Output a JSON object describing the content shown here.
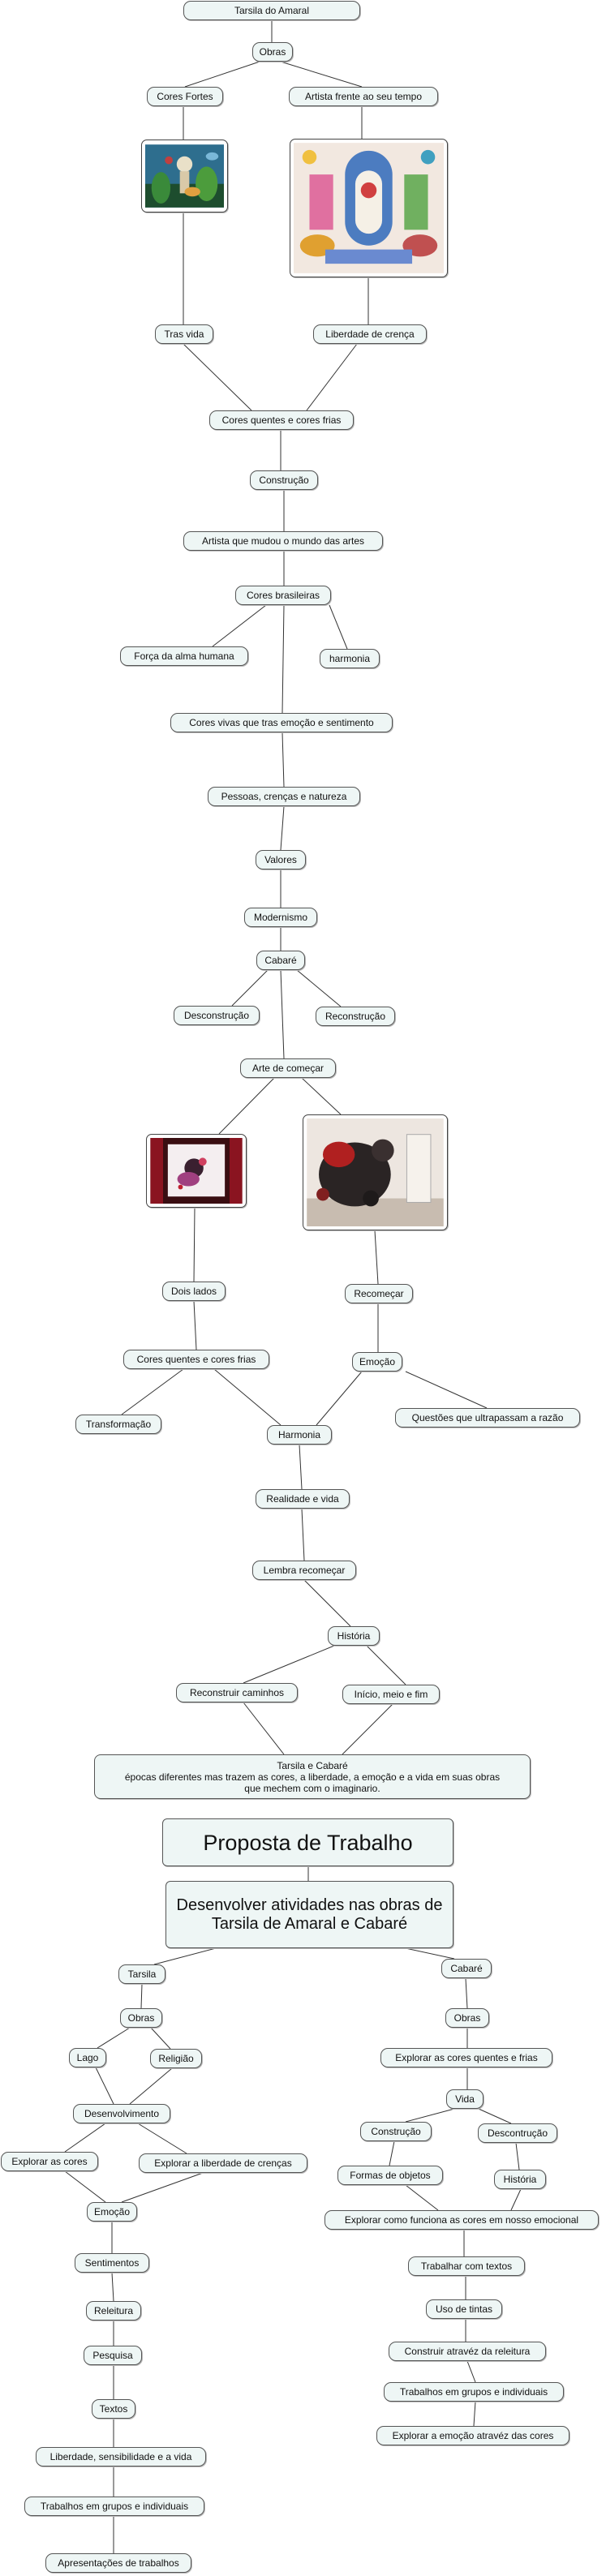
{
  "root": "Tarsila do Amaral",
  "obras": "Obras",
  "cores_fortes": "Cores Fortes",
  "artista_frente": "Artista frente ao seu tempo",
  "img1": "painting-tropical-icon",
  "img2": "painting-religious-icon",
  "tras_vida": "Tras vida",
  "liberdade_crenca": "Liberdade de crença",
  "cores_qf_1": "Cores quentes e cores frias",
  "construcao": "Construção",
  "artista_mudou": "Artista que mudou o mundo das artes",
  "cores_brasileiras": "Cores brasileiras",
  "forca_alma": "Força da alma humana",
  "harmonia_1": "harmonia",
  "cores_vivas": "Cores vivas que tras emoção e sentimento",
  "pessoas": "Pessoas, crenças e natureza",
  "valores": "Valores",
  "modernismo": "Modernismo",
  "cabare": "Cabaré",
  "desconstrucao_1": "Desconstrução",
  "reconstrucao": "Reconstrução",
  "arte_comecar": "Arte de começar",
  "img3": "painting-stage-icon",
  "img4": "painting-gallery-icon",
  "dois_lados": "Dois lados",
  "recomecar": "Recomeçar",
  "cores_qf_2": "Cores quentes e cores frias",
  "emocao_1": "Emoção",
  "transformacao": "Transformação",
  "questoes": "Questões que ultrapassam a razão",
  "harmonia_2": "Harmonia",
  "realidade": "Realidade e vida",
  "lembra": "Lembra recomeçar",
  "historia_1": "História",
  "reconstruir": "Reconstruir caminhos",
  "inicio": "Início, meio e fim",
  "tarsila_cabare_1": "Tarsila e Cabaré",
  "tarsila_cabare_2": "épocas diferentes mas trazem as cores, a liberdade, a emoção e a vida em suas obras",
  "tarsila_cabare_3": "que mechem com o imaginario.",
  "proposta": "Proposta de Trabalho",
  "desenvolver_1": "Desenvolver atividades nas obras de",
  "desenvolver_2": "Tarsila de Amaral e Cabaré",
  "l_tarsila": "Tarsila",
  "l_obras": "Obras",
  "l_lago": "Lago",
  "l_religiao": "Religião",
  "l_desenvolvimento": "Desenvolvimento",
  "l_explorar_cores": "Explorar as cores",
  "l_explorar_liberdade": "Explorar a liberdade de crenças",
  "l_emocao": "Emoção",
  "l_sentimentos": "Sentimentos",
  "l_releitura": "Releitura",
  "l_pesquisa": "Pesquisa",
  "l_textos": "Textos",
  "l_liberdade_sens": "Liberdade, sensibilidade e a vida",
  "l_trabalhos": "Trabalhos em grupos e individuais",
  "l_apresentacoes": "Apresentações de trabalhos",
  "r_cabare": "Cabaré",
  "r_obras": "Obras",
  "r_explorar_qf": "Explorar as cores quentes e frias",
  "r_vida": "Vida",
  "r_construcao": "Construção",
  "r_desconstrucao": "Descontrução",
  "r_formas": "Formas de objetos",
  "r_historia": "História",
  "r_explorar_emocional": "Explorar como funciona as cores em nosso emocional",
  "r_trabalhar_textos": "Trabalhar com textos",
  "r_uso_tintas": "Uso de tintas",
  "r_construir": "Construir atravéz da releitura",
  "r_trabalhos": "Trabalhos em grupos e individuais",
  "r_explorar_emocao": "Explorar a emoção atravéz das cores"
}
